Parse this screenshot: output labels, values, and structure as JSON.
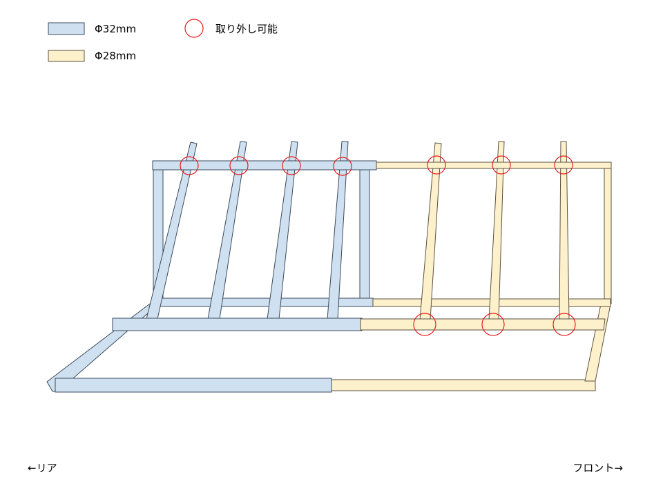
{
  "legend": {
    "blue_label": "Φ32mm",
    "beige_label": "Φ28mm",
    "circle_label": "取り外し可能"
  },
  "directions": {
    "rear": "←リア",
    "front": "フロント→"
  },
  "colors": {
    "blue_fill": "#cfe0f1",
    "blue_stroke": "#3a4a5c",
    "beige_fill": "#fdf1cc",
    "beige_stroke": "#5a5040",
    "circle_stroke": "#e81b1b"
  }
}
